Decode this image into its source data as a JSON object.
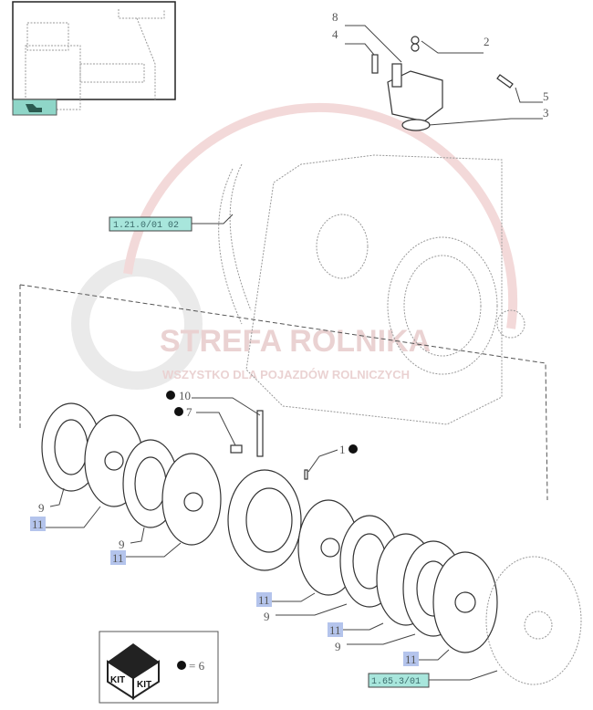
{
  "watermark": {
    "title": "STREFA ROLNIKA",
    "subtitle": "WSZYSTKO DLA POJAZDÓW ROLNICZYCH"
  },
  "callouts": {
    "c8": "8",
    "c4": "4",
    "c2": "2",
    "c5": "5",
    "c3": "3",
    "c10": "10",
    "c7": "7",
    "c1": "1",
    "c9a": "9",
    "c11a": "11",
    "c9b": "9",
    "c11b": "11",
    "c11c": "11",
    "c9c": "9",
    "c11d": "11",
    "c9d": "9",
    "c11e": "11"
  },
  "references": {
    "housing": "1.21.0/01 02",
    "drum": "1.65.3/01"
  },
  "kit": {
    "label1": "KIT",
    "label2": "KIT",
    "legend": "= 6"
  },
  "colors": {
    "ref_bg": "#a8e6dc",
    "callout_bg": "#b4c4ec",
    "nav_icon_bg": "#8fd6c8"
  }
}
